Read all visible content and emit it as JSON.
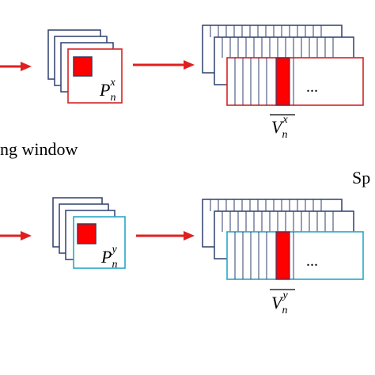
{
  "captions": {
    "left": "ng window",
    "right": "Sp"
  },
  "rows": [
    {
      "patch_symbol": "P",
      "patch_sub": "n",
      "patch_sup": "x",
      "vector_symbol": "V",
      "vector_sub": "n",
      "vector_sup": "x",
      "ellipsis": "...",
      "accent_color": "#d42424"
    },
    {
      "patch_symbol": "P",
      "patch_sub": "n",
      "patch_sup": "y",
      "vector_symbol": "V",
      "vector_sub": "n",
      "vector_sup": "y",
      "ellipsis": "...",
      "accent_color": "#2aa6c8"
    }
  ],
  "colors": {
    "arrow": "#e02020",
    "frame_stack": "#2f3f6f",
    "highlight_fill": "#ff0000"
  }
}
